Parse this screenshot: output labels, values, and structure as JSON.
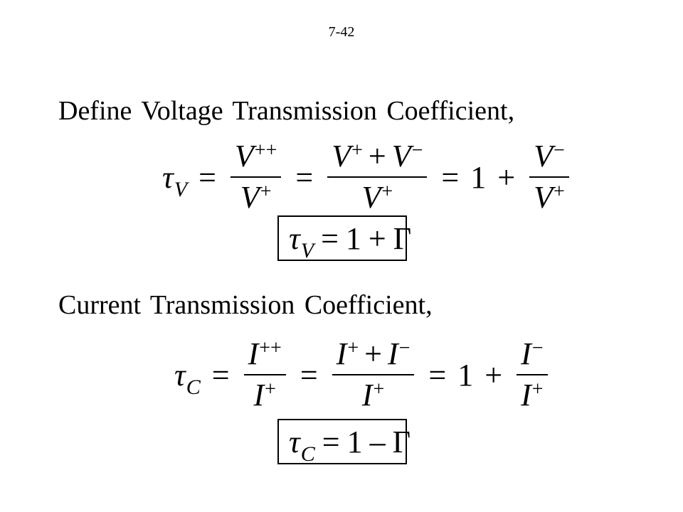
{
  "page_number": "7-42",
  "voltage": {
    "heading": "Define Voltage Transmission Coefficient,",
    "symbol": "τ",
    "symbol_sub": "V",
    "equals": "=",
    "frac1_num_base": "V",
    "frac1_num_sup": "++",
    "frac1_den_base": "V",
    "frac1_den_sup": "+",
    "frac2_num_a_base": "V",
    "frac2_num_a_sup": "+",
    "frac2_num_plus": "+",
    "frac2_num_b_base": "V",
    "frac2_num_b_sup": "−",
    "frac2_den_base": "V",
    "frac2_den_sup": "+",
    "one": "1",
    "plus": "+",
    "frac3_num_base": "V",
    "frac3_num_sup": "−",
    "frac3_den_base": "V",
    "frac3_den_sup": "+",
    "boxed": {
      "symbol": "τ",
      "symbol_sub": "V",
      "equals": "=",
      "one": "1",
      "op": "+",
      "gamma": "Γ"
    }
  },
  "current": {
    "heading": "Current Transmission Coefficient,",
    "symbol": "τ",
    "symbol_sub": "C",
    "equals": "=",
    "frac1_num_base": "I",
    "frac1_num_sup": "++",
    "frac1_den_base": "I",
    "frac1_den_sup": "+",
    "frac2_num_a_base": "I",
    "frac2_num_a_sup": "+",
    "frac2_num_plus": "+",
    "frac2_num_b_base": "I",
    "frac2_num_b_sup": "−",
    "frac2_den_base": "I",
    "frac2_den_sup": "+",
    "one": "1",
    "plus": "+",
    "frac3_num_base": "I",
    "frac3_num_sup": "−",
    "frac3_den_base": "I",
    "frac3_den_sup": "+",
    "boxed": {
      "symbol": "τ",
      "symbol_sub": "C",
      "equals": "=",
      "one": "1",
      "op": "–",
      "gamma": "Γ"
    }
  }
}
